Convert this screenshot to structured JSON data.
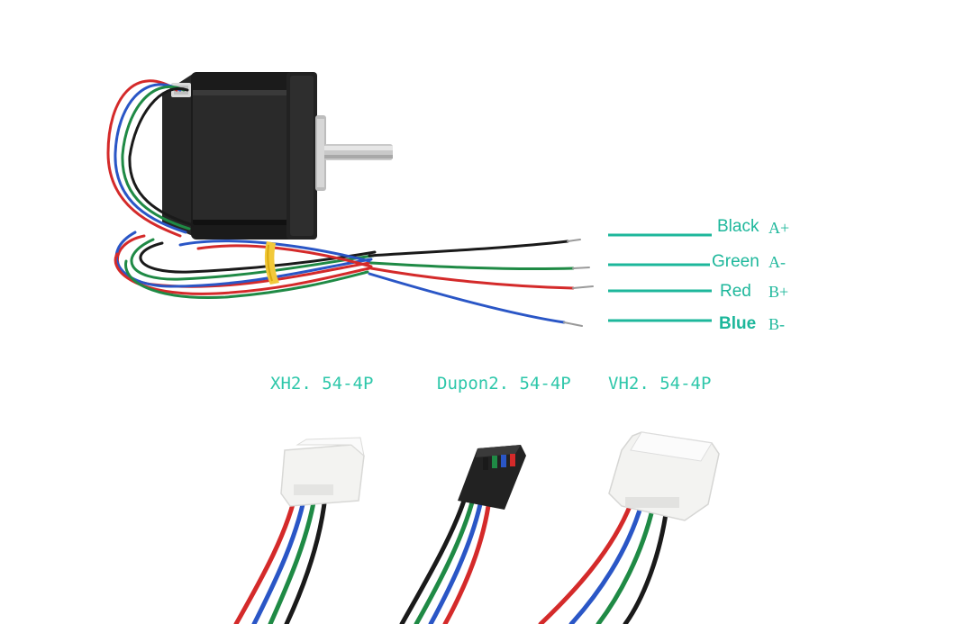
{
  "wiring": [
    {
      "color_name": "Black",
      "pin": "A+",
      "wire_hex": "#1a1a1a"
    },
    {
      "color_name": "Green",
      "pin": "A-",
      "wire_hex": "#1f8a45"
    },
    {
      "color_name": "Red",
      "pin": "B+",
      "wire_hex": "#d42a2a"
    },
    {
      "color_name": "Blue",
      "pin": "B-",
      "wire_hex": "#2a56c6"
    }
  ],
  "connectors": {
    "xh": "XH2. 54-4P",
    "dupont": "Dupon2. 54-4P",
    "vh": "VH2. 54-4P"
  },
  "colors": {
    "accent": "#1db79b",
    "connector_label": "#2ec7aa",
    "motor_body": "#1c1c1c",
    "connector_housing": "#f3f3f1",
    "dupont_housing": "#222222"
  }
}
